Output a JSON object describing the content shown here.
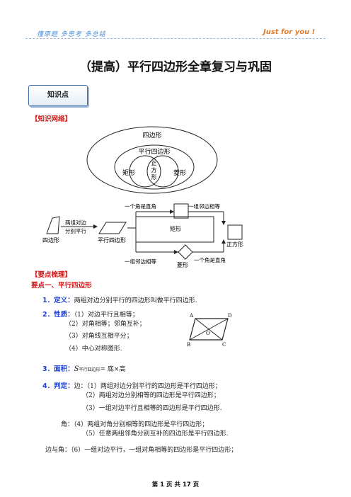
{
  "header": {
    "left_slogan": "懂原题 多思考 多总结",
    "right_slogan": "Just for you !"
  },
  "title": "（提高）平行四边形全章复习与巩固",
  "tag_label": "知识点",
  "network_heading": "【知识网络】",
  "venn": {
    "outer": "四边形",
    "middle": "平行四边形",
    "left": "矩形",
    "right": "菱形",
    "center": [
      "正",
      "方",
      "形"
    ]
  },
  "flow": {
    "quad": "四边形",
    "cond1_line1": "两组对边",
    "cond1_line2": "分别平行",
    "parallelogram": "平行四边形",
    "right_angle_top": "一个角是直角",
    "adj_equal_top": "一组邻边相等",
    "rectangle": "矩形",
    "square": "正方形",
    "adj_equal_bottom": "一组邻边相等",
    "rhombus": "菱形",
    "right_angle_bottom": "一个角是直角"
  },
  "points_heading": "【要点梳理】",
  "point1_heading": "要点一、平行四边形",
  "definition": {
    "label": "1．定义：",
    "text": "两组对边分别平行的四边形叫做平行四边形."
  },
  "property": {
    "label": "2．性质：",
    "items": [
      "（1）对边平行且相等；",
      "（2）对角相等；邻角互补；",
      "（3）对角线互相平分；",
      "（4）中心对称图形."
    ]
  },
  "figure_labels": {
    "a": "A",
    "d": "D",
    "o": "O",
    "b": "B",
    "c": "C"
  },
  "area": {
    "label": "3．面积：",
    "symbol": "S",
    "subscript": "平行四边形",
    "formula": "= 底×高"
  },
  "judgement": {
    "label": "4．判定：",
    "side_prefix": "边：",
    "angle_prefix": "角：",
    "mixed_prefix": "边与角：",
    "items": [
      "（1）两组对边分别平行的四边形是平行四边形；",
      "（2）两组对边分别相等的四边形是平行四边形；",
      "（3）一组对边平行且相等的四边形是平行四边形.",
      "（4）两组对角分别相等的四边形是平行四边形；",
      "（5）任意两组邻角分别互补的四边形是平行四边形.",
      "（6）一组对边平行，一组对角相等的四边形是平行四边形；"
    ]
  },
  "footer": "第 1 页 共 17 页"
}
